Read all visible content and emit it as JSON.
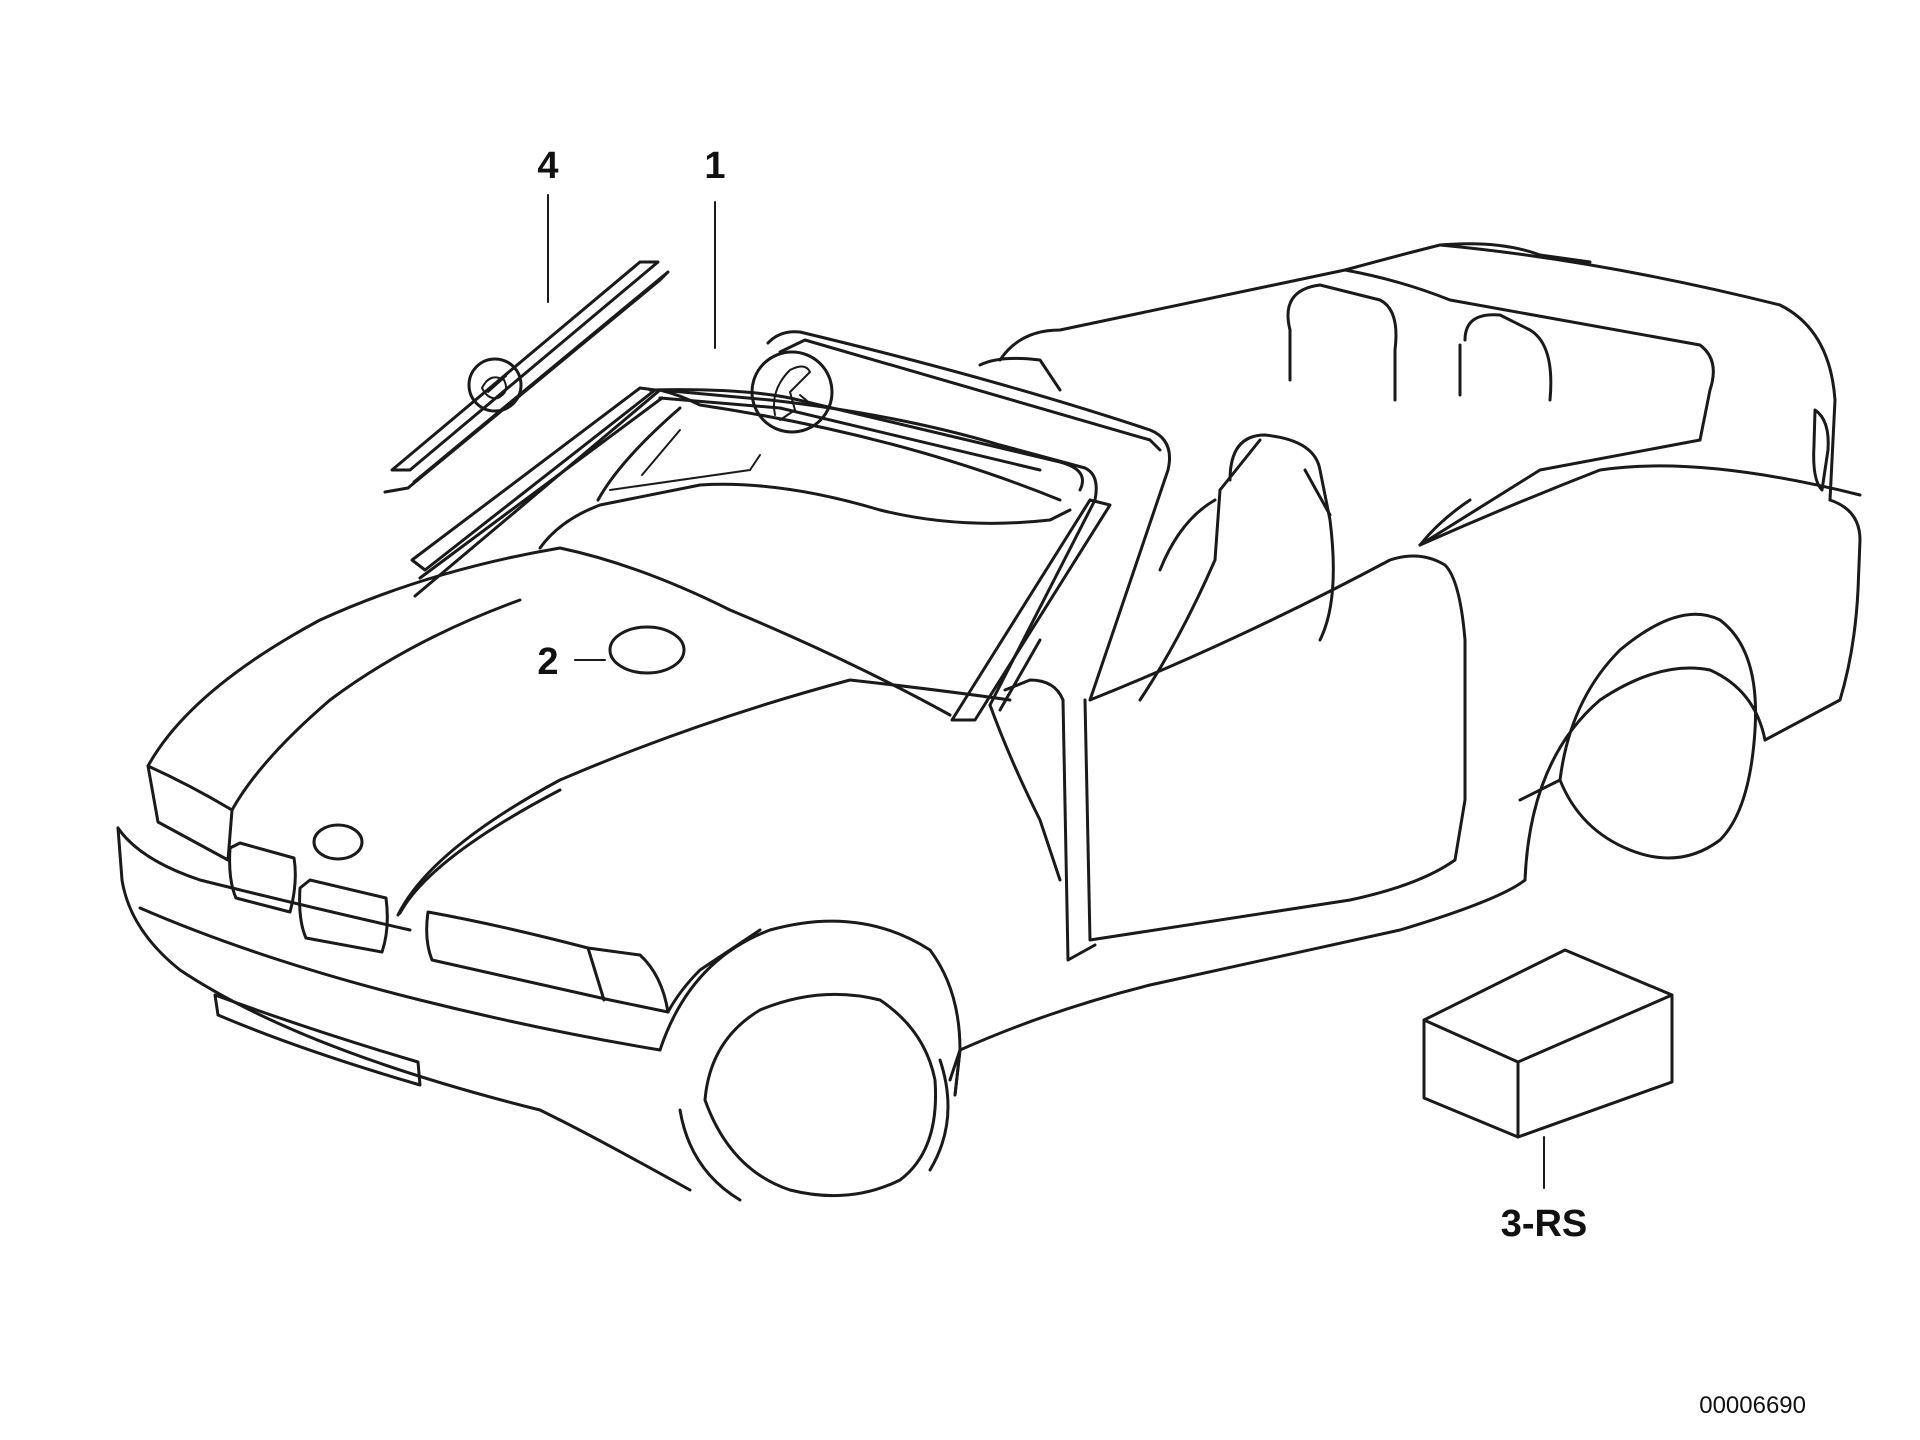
{
  "callouts": [
    {
      "id": "1",
      "label": "1"
    },
    {
      "id": "2",
      "label": "2"
    },
    {
      "id": "3",
      "label": "3-RS"
    },
    {
      "id": "4",
      "label": "4"
    }
  ],
  "drawing_number": "00006690",
  "colors": {
    "line": "#1a1a1a",
    "background": "#ffffff"
  }
}
